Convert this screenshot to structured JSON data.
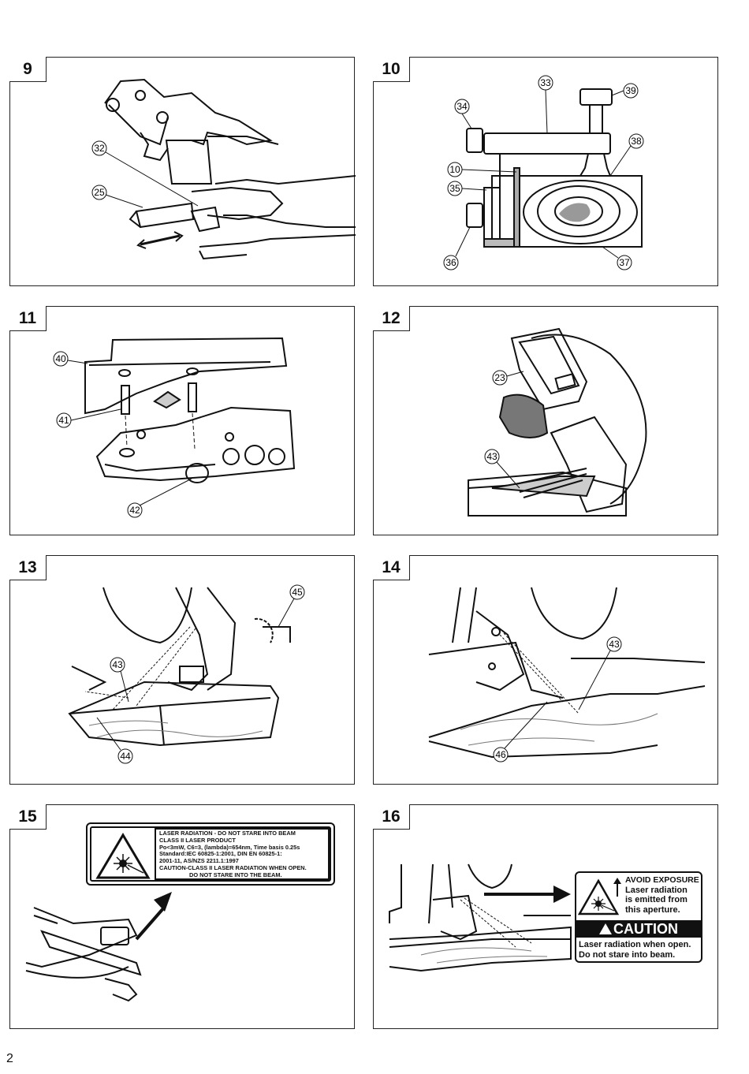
{
  "page_number": "2",
  "figures": [
    {
      "id": "fig9",
      "number": "9",
      "callouts": [
        "32",
        "25"
      ]
    },
    {
      "id": "fig10",
      "number": "10",
      "callouts": [
        "33",
        "39",
        "34",
        "38",
        "10",
        "35",
        "36",
        "37"
      ]
    },
    {
      "id": "fig11",
      "number": "11",
      "callouts": [
        "40",
        "41",
        "42"
      ]
    },
    {
      "id": "fig12",
      "number": "12",
      "callouts": [
        "23",
        "43"
      ]
    },
    {
      "id": "fig13",
      "number": "13",
      "callouts": [
        "45",
        "43",
        "44"
      ]
    },
    {
      "id": "fig14",
      "number": "14",
      "callouts": [
        "43",
        "46"
      ]
    },
    {
      "id": "fig15",
      "number": "15",
      "callouts": []
    },
    {
      "id": "fig16",
      "number": "16",
      "callouts": []
    }
  ],
  "label15": {
    "lines": [
      "LASER RADIATION - DO NOT STARE INTO BEAM",
      "CLASS II LASER PRODUCT",
      "Po<3mW, C6=3, (lambda)=654nm, Time basis 0.25s",
      "Standard:IEC 60825-1:2001, DIN  EN  60825-1:",
      "2001-11, AS/NZS 2211.1:1997",
      "CAUTION-CLASS II LASER RADIATION WHEN OPEN.",
      "DO NOT STARE INTO THE BEAM."
    ]
  },
  "label16": {
    "avoid_lines": [
      "AVOID  EXPOSURE",
      "Laser  radiation",
      "is  emitted  from",
      "this  aperture."
    ],
    "caution": "CAUTION",
    "bottom_lines": [
      "Laser radiation when open.",
      "Do not stare into beam."
    ]
  }
}
